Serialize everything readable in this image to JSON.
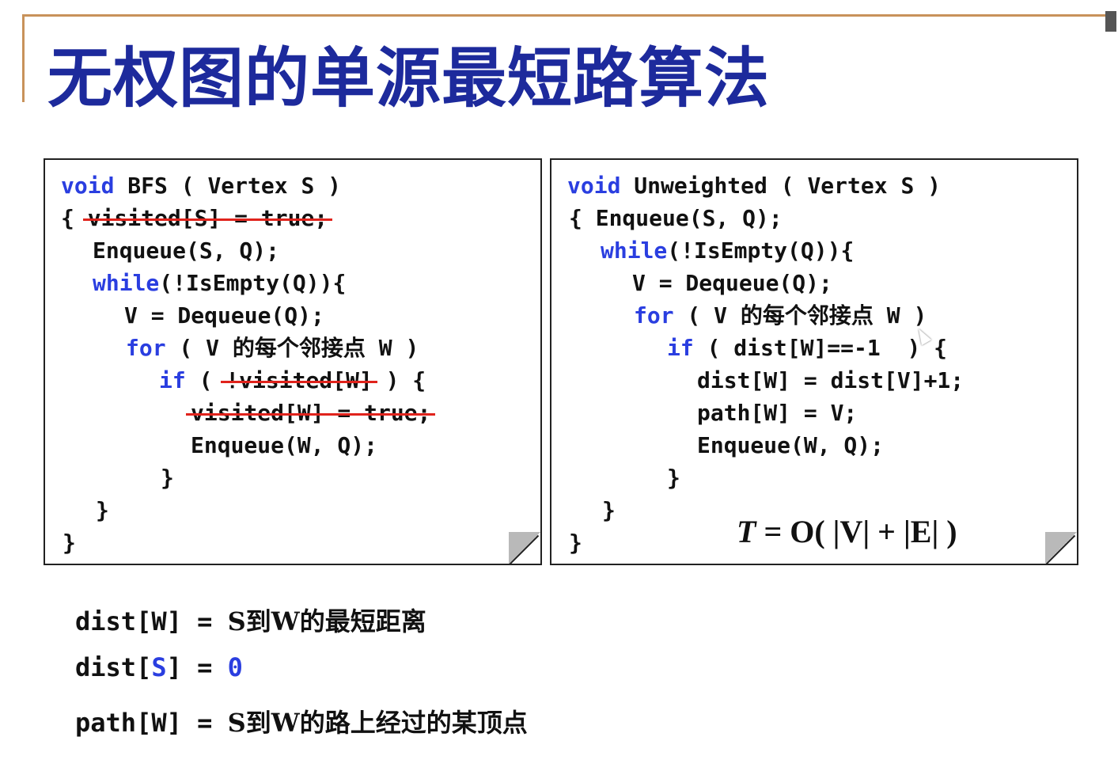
{
  "title": "无权图的单源最短路算法",
  "bfs": {
    "l1_kw": "void",
    "l1_rest": " BFS ( Vertex S )",
    "l2_brace": "{ ",
    "l2_struck": "visited[S] = true;",
    "l3": "Enqueue(S, Q);",
    "l4_kw": "while",
    "l4_rest": "(!IsEmpty(Q)){",
    "l5": "V = Dequeue(Q);",
    "l6_kw": "for",
    "l6_rest": " ( V 的每个邻接点 W )",
    "l7_kw": "if",
    "l7_open": " ( ",
    "l7_struck": "!visited[W]",
    "l7_close": " ) {",
    "l8_struck": "visited[W] = true;",
    "l9": "Enqueue(W, Q);",
    "l10": "}",
    "l11": "}",
    "l12": "}"
  },
  "unweighted": {
    "l1_kw": "void",
    "l1_rest": " Unweighted ( Vertex S )",
    "l2": "{ Enqueue(S, Q);",
    "l3_kw": "while",
    "l3_rest": "(!IsEmpty(Q)){",
    "l4": "V = Dequeue(Q);",
    "l5_kw": "for",
    "l5_rest": " ( V 的每个邻接点 W )",
    "l6_kw": "if",
    "l6_rest": " ( dist[W]==-1  ) {",
    "l7": "dist[W] = dist[V]+1;",
    "l8": "path[W] = V;",
    "l9": "Enqueue(W, Q);",
    "l10": "}",
    "l11": "}",
    "l12": "}",
    "complexity_T": "T",
    "complexity_rest": " = O( |V| + |E| )"
  },
  "definitions": {
    "d1_left": "dist[W]",
    "d1_eq": " = ",
    "d1_right": "S到W的最短距离",
    "d2_left_a": "dist[",
    "d2_left_s": "S",
    "d2_left_b": "]",
    "d2_eq": " = ",
    "d2_right": "0",
    "d3_left": "path[W]",
    "d3_eq": " = ",
    "d3_right": "S到W的路上经过的某顶点"
  },
  "colors": {
    "title": "#1d2a9c",
    "keyword": "#2a3ee0",
    "strike": "#e0231c",
    "frame": "#c8925a"
  }
}
